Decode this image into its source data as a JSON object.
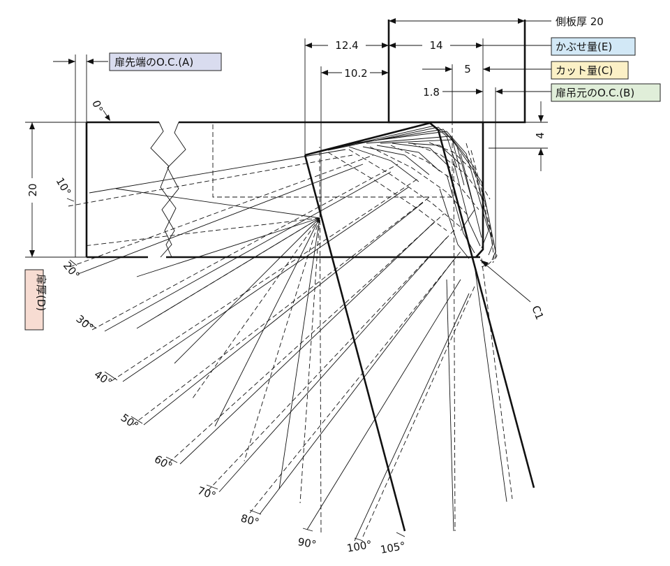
{
  "labels": {
    "side_panel_thickness": "側板厚 20",
    "dim_12_4": "12.4",
    "dim_14": "14",
    "dim_10_2": "10.2",
    "dim_5": "5",
    "dim_1_8": "1.8",
    "dim_4": "4",
    "dim_20": "20",
    "chamfer": "C1"
  },
  "callouts": {
    "door_tip_oc": "扉先端のO.C.(A)",
    "overlay": "かぶせ量(E)",
    "cut_amount": "カット量(C)",
    "hinge_side_oc": "扉吊元のO.C.(B)",
    "door_thickness": "扉厚(D)"
  },
  "callout_colors": {
    "door_tip_oc": "#d9dcef",
    "overlay": "#d2e8f6",
    "cut_amount": "#fbf0c6",
    "hinge_side_oc": "#e0eed9",
    "door_thickness": "#f7dcd2"
  },
  "angles": [
    "0°",
    "10°",
    "20°",
    "30°",
    "40°",
    "50°",
    "60°",
    "70°",
    "80°",
    "90°",
    "100°",
    "105°"
  ]
}
